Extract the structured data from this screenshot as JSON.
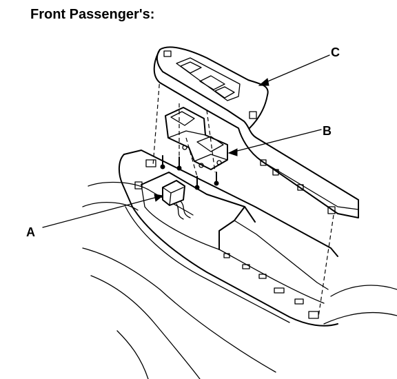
{
  "title": "Front Passenger's:",
  "callouts": {
    "a": "A",
    "b": "B",
    "c": "C"
  }
}
